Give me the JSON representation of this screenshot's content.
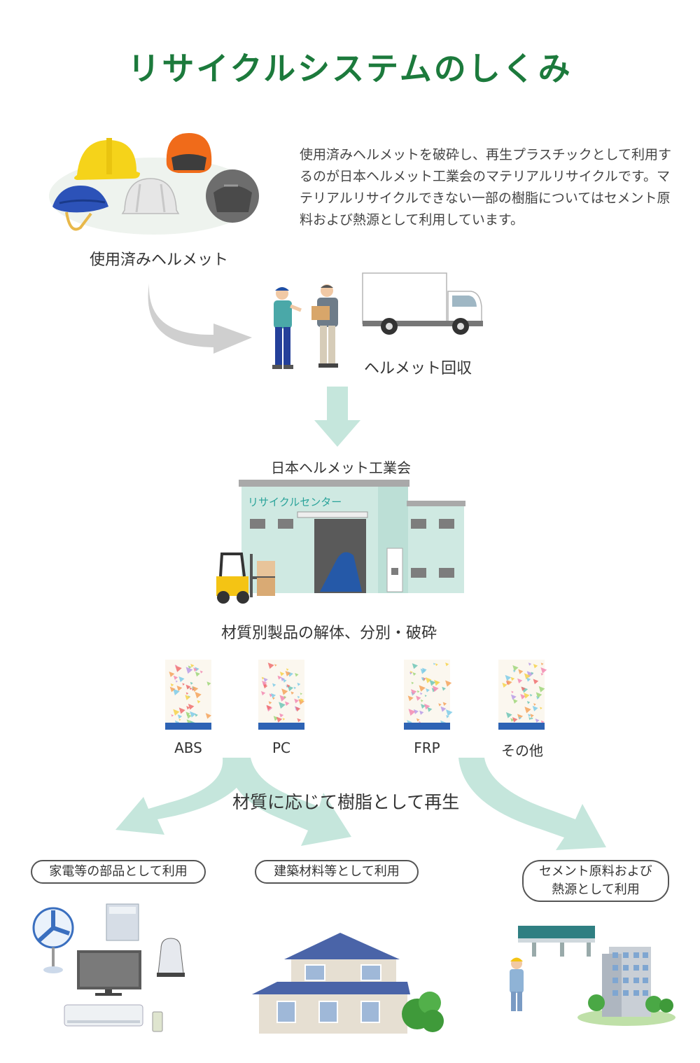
{
  "title": "リサイクルシステムのしくみ",
  "description": "使用済みヘルメットを破砕し、再生プラスチックとして利用するのが日本ヘルメット工業会のマテリアルリサイクルです。マテリアルリサイクルできない一部の樹脂についてはセメント原料および熱源として利用しています。",
  "steps": {
    "used_helmets": "使用済みヘルメット",
    "collection": "ヘルメット回収",
    "association": "日本ヘルメット工業会",
    "center_sign": "リサイクルセンター",
    "disassembly": "材質別製品の解体、分別・破砕"
  },
  "materials": [
    "ABS",
    "PC",
    "FRP",
    "その他"
  ],
  "regen_label": "材質に応じて樹脂として再生",
  "uses": {
    "appliance": "家電等の部品として利用",
    "building": "建築材料等として利用",
    "cement_line1": "セメント原料および",
    "cement_line2": "熱源として利用"
  },
  "colors": {
    "title_green": "#1c7a3c",
    "arrow_mint": "#c5e6dc",
    "arrow_gray": "#cfcfcf",
    "building_mint": "#cfe9e2"
  }
}
